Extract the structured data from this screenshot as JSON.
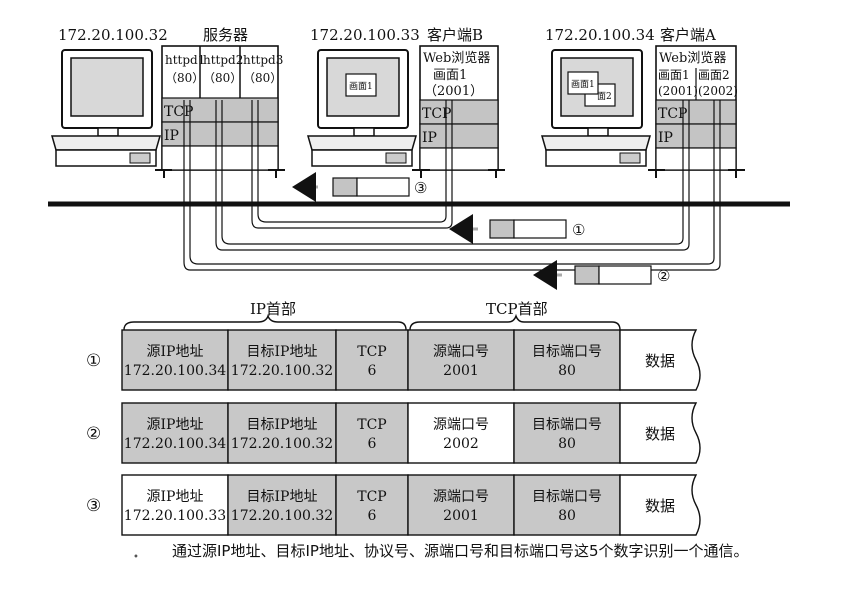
{
  "top": {
    "server": {
      "ip": "172.20.100.32",
      "title": "服务器",
      "apps": [
        {
          "name": "httpd1",
          "port": "（80）"
        },
        {
          "name": "httpd2",
          "port": "（80）"
        },
        {
          "name": "httpd3",
          "port": "（80）"
        }
      ],
      "tcp": "TCP",
      "ip_layer": "IP"
    },
    "client_b": {
      "ip": "172.20.100.33",
      "title": "客户端B",
      "app": "Web浏览器",
      "screen": "画面1",
      "port": "（2001）",
      "tcp": "TCP",
      "ip_layer": "IP",
      "monitor_label": "画面1"
    },
    "client_a": {
      "ip": "172.20.100.34",
      "title": "客户端A",
      "app": "Web浏览器",
      "screens": [
        {
          "name": "画面1",
          "port": "(2001)"
        },
        {
          "name": "画面2",
          "port": "(2002)"
        }
      ],
      "tcp": "TCP",
      "ip_layer": "IP",
      "monitor_label1": "画面1",
      "monitor_label2": "面2"
    },
    "markers": [
      "③",
      "①",
      "②"
    ]
  },
  "headers": {
    "ip_header": "IP首部",
    "tcp_header": "TCP首部"
  },
  "rows": [
    {
      "num": "①",
      "src_label": "源IP地址",
      "src_ip": "172.20.100.34",
      "dst_label": "目标IP地址",
      "dst_ip": "172.20.100.32",
      "proto_label": "TCP",
      "proto_num": "6",
      "sport_label": "源端口号",
      "sport": "2001",
      "dport_label": "目标端口号",
      "dport": "80",
      "data": "数据"
    },
    {
      "num": "②",
      "src_label": "源IP地址",
      "src_ip": "172.20.100.34",
      "dst_label": "目标IP地址",
      "dst_ip": "172.20.100.32",
      "proto_label": "TCP",
      "proto_num": "6",
      "sport_label": "源端口号",
      "sport": "2002",
      "dport_label": "目标端口号",
      "dport": "80",
      "data": "数据"
    },
    {
      "num": "③",
      "src_label": "源IP地址",
      "src_ip": "172.20.100.33",
      "dst_label": "目标IP地址",
      "dst_ip": "172.20.100.32",
      "proto_label": "TCP",
      "proto_num": "6",
      "sport_label": "源端口号",
      "sport": "2001",
      "dport_label": "目标端口号",
      "dport": "80",
      "data": "数据"
    }
  ],
  "caption": "通过源IP地址、目标IP地址、协议号、源端口号和目标端口号这5个数字识别一个通信。",
  "colors": {
    "gray_cell": "#c8c8c8",
    "layer_gray": "#bdbdbd",
    "line": "#111111",
    "arrow_fill": "#e6e6e6"
  }
}
